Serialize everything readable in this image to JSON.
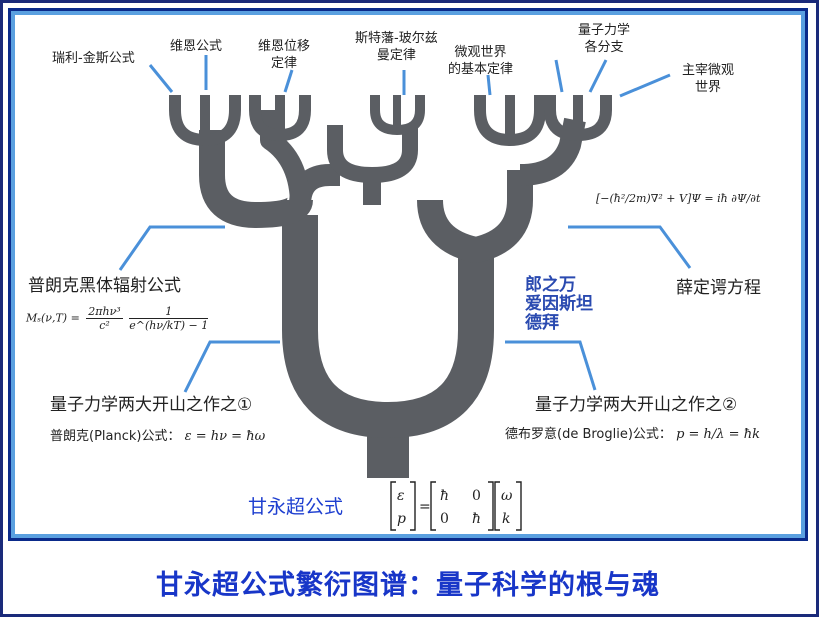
{
  "caption": "甘永超公式繁衍图谱：量子科学的根与魂",
  "root_title": "甘永超公式",
  "tree_color": "#5b5e63",
  "line_color": "#4a90d9",
  "branches": {
    "rayleigh_jeans": "瑞利-金斯公式",
    "wien_formula": "维恩公式",
    "wien_displacement_1": "维恩位移",
    "wien_displacement_2": "定律",
    "stefan_boltzmann_1": "斯特藩-玻尔兹",
    "stefan_boltzmann_2": "曼定律",
    "micro_world_1": "微观世界",
    "micro_world_2": "的基本定律",
    "qm_branches_1": "量子力学",
    "qm_branches_2": "各分支",
    "rule_micro_1": "主宰微观",
    "rule_micro_2": "世界"
  },
  "left": {
    "planck_blackbody": "普朗克黑体辐射公式",
    "work_1": "量子力学两大开山之作之①",
    "planck_formula_label": "普朗克(Planck)公式：",
    "planck_formula": "ε = hν = ħω",
    "blackbody_formula_lhs": "Mₛ(ν,T) =",
    "blackbody_formula_num": "2πhν³",
    "blackbody_formula_den": "c²",
    "blackbody_formula_num2": "1",
    "blackbody_formula_den2": "e^(hν/kT) − 1"
  },
  "right": {
    "schrodinger_eq_label": "薛定谔方程",
    "schrodinger_eq": "[−(ħ²/2m)∇² + V]Ψ = iħ ∂Ψ/∂t",
    "work_2": "量子力学两大开山之作之②",
    "debroglie_label": "德布罗意(de Broglie)公式：",
    "debroglie_formula": "p = h/λ = ħk",
    "names": [
      "郎之万",
      "爱因斯坦",
      "德拜"
    ]
  },
  "matrix": {
    "lhs": [
      "ε",
      "p"
    ],
    "m": [
      [
        "ħ",
        "0"
      ],
      [
        "0",
        "ħ"
      ]
    ],
    "rhs": [
      "ω",
      "k"
    ]
  }
}
